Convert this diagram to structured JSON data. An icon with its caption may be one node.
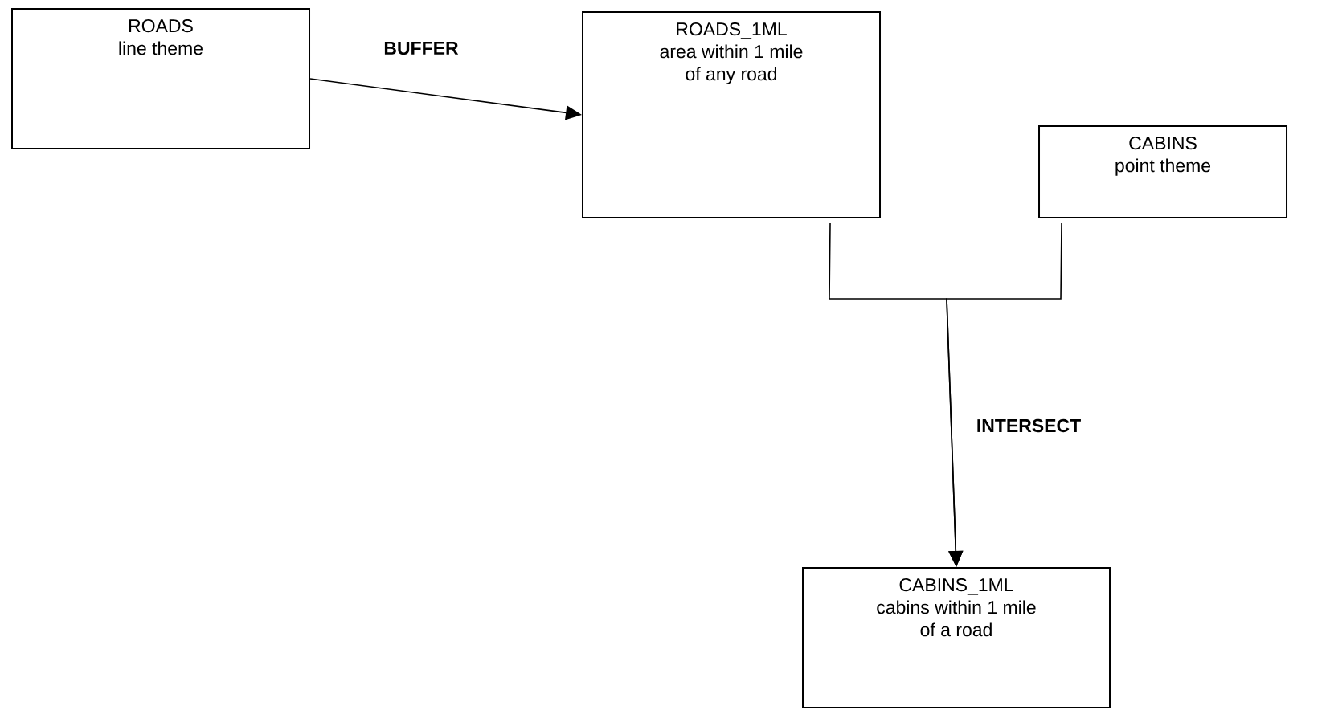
{
  "diagram": {
    "nodes": [
      {
        "text": [
          "ROADS",
          "line theme"
        ]
      },
      {
        "text": [
          "ROADS_1ML",
          "area within 1 mile of any road"
        ]
      },
      {
        "text": [
          "CABINS",
          "point theme"
        ]
      },
      {
        "text": [
          "CABINS_1ML",
          "cabins within 1 mile of a road"
        ]
      }
    ],
    "edges": [
      {
        "from": 0,
        "to": 1,
        "arrow": "to",
        "label": "BUFFER"
      },
      {
        "from": 1,
        "to": 3,
        "arrow": "to",
        "label": "INTERSECT"
      },
      {
        "from": 2,
        "to": 3,
        "arrow": "to"
      }
    ]
  }
}
